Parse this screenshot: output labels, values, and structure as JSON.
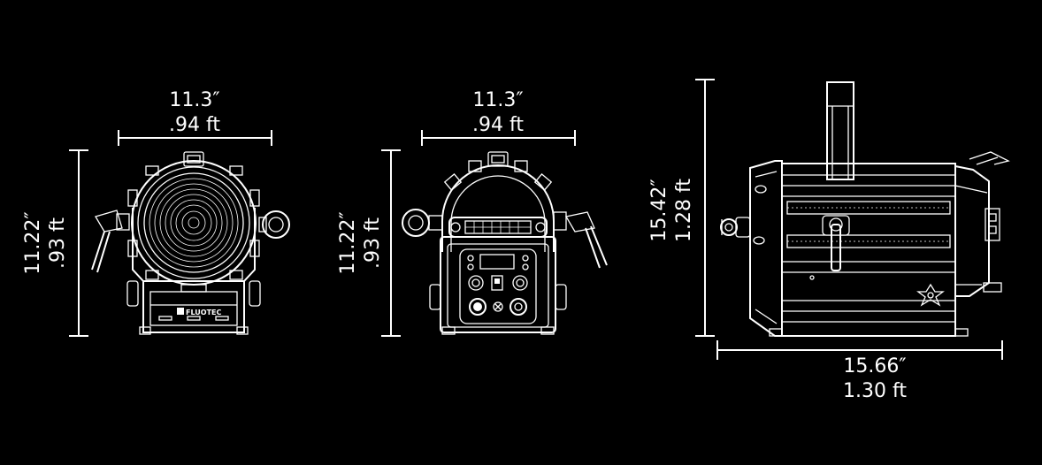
{
  "colors": {
    "background": "#000000",
    "line": "#ffffff"
  },
  "brand": {
    "logo_text": "FLUOTEC"
  },
  "views": {
    "front": {
      "width_in": "11.3″",
      "width_ft": ".94 ft",
      "height_in": "11.22″",
      "height_ft": ".93 ft"
    },
    "back": {
      "width_in": "11.3″",
      "width_ft": ".94 ft",
      "height_in": "11.22″",
      "height_ft": ".93 ft"
    },
    "side": {
      "height_in": "15.42″",
      "height_ft": "1.28 ft",
      "length_in": "15.66″",
      "length_ft": "1.30 ft"
    }
  }
}
